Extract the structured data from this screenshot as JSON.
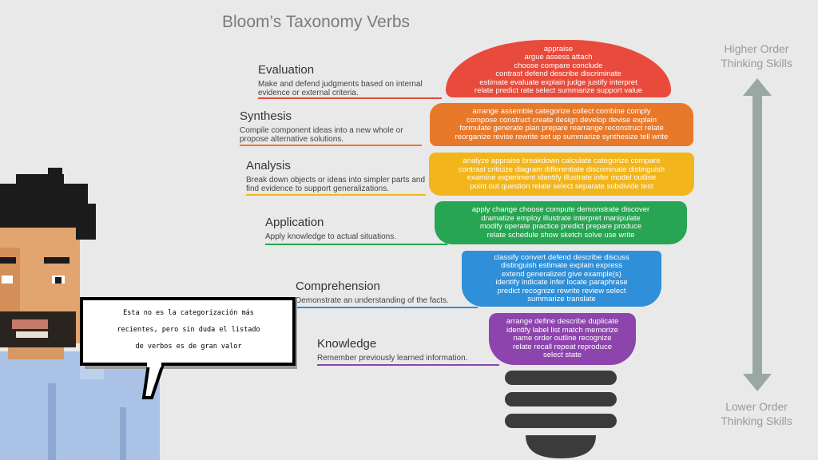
{
  "title": "Bloom’s Taxonomy Verbs",
  "levels": [
    {
      "name": "Evaluation",
      "desc": "Make and defend judgments based on internal evidence or external criteria.",
      "color": "#e84b3c",
      "verbs": [
        "appraise",
        "argue  assess  attach",
        "choose  compare  conclude",
        "contrast  defend  describe  discriminate",
        "estimate  evaluate  explain  judge  justify  interpret",
        "relate  predict  rate  select  summarize  support  value"
      ]
    },
    {
      "name": "Synthesis",
      "desc": "Compile component ideas into a new whole or propose alternative solutions.",
      "color": "#e8792b",
      "verbs": [
        "arrange  assemble  categorize  collect  combine  comply",
        "compose  construct  create  design  develop  devise  explain",
        "formulate  generate  plan  prepare  rearrange  reconstruct  relate",
        "reorganize  revise  rewrite  set up  summarize  synthesize  tell  write"
      ]
    },
    {
      "name": "Analysis",
      "desc": "Break down objects or ideas into simpler parts and find evidence to support generalizations.",
      "color": "#f2b51c",
      "verbs": [
        "analyze  appraise  breakdown  calculate  categorize  compare",
        "contrast  criticize  diagram  differentiate  discriminate  distinguish",
        "examine  experiment  identify  illustrate  infer  model  outline",
        "point out  question  relate  select  separate  subdivide  test"
      ]
    },
    {
      "name": "Application",
      "desc": "Apply knowledge to actual situations.",
      "color": "#27a552",
      "verbs": [
        "apply  change  choose  compute  demonstrate  discover",
        "dramatize  employ  illustrate  interpret  manipulate",
        "modify  operate  practice  predict  prepare  produce",
        "relate  schedule  show  sketch  solve  use  write"
      ]
    },
    {
      "name": "Comprehension",
      "desc": "Demonstrate an understanding of the facts.",
      "color": "#2f8fd8",
      "verbs": [
        "classify  convert  defend  describe  discuss",
        "distinguish  estimate  explain  express",
        "extend  generalized  give example(s)",
        "identify  indicate  infer  locate  paraphrase",
        "predict  recognize  rewrite  review  select",
        "summarize  translate"
      ]
    },
    {
      "name": "Knowledge",
      "desc": "Remember previously learned information.",
      "color": "#8e44ad",
      "verbs": [
        "arrange  define  describe  duplicate",
        "identify  label  list  match  memorize",
        "name  order  outline  recognize",
        "relate  recall  repeat  reproduce",
        "select  state"
      ]
    }
  ],
  "higher_label": "Higher Order\nThinking Skills",
  "lower_label": "Lower Order\nThinking Skills",
  "bubble_text": "Esta no es la categorización más\nrecientes, pero sin duda el listado\nde verbos es de gran valor"
}
